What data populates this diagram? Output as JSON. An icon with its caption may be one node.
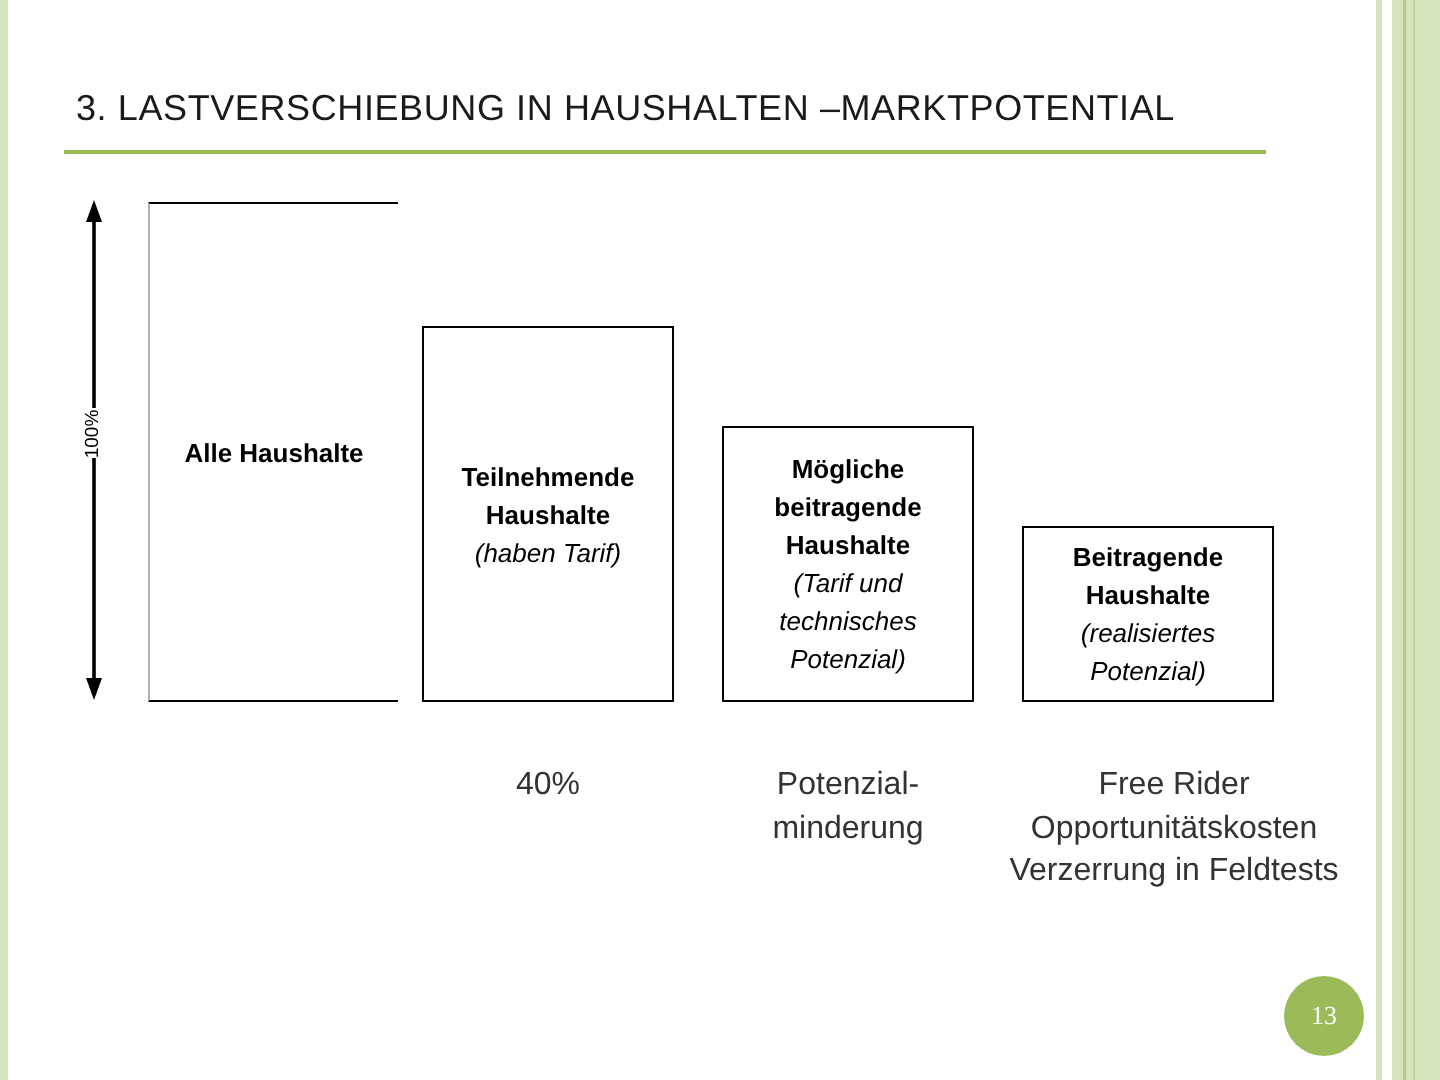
{
  "diagram": {
    "title": "3. LASTVERSCHIEBUNG IN HAUSHALTEN –MARKTPOTENTIAL",
    "nodes": [
      {
        "text": [
          "Alle Haushalte"
        ]
      },
      {
        "text": [
          "Teilnehmende Haushalte",
          "(haben Tarif)"
        ],
        "beside": [
          "40%"
        ]
      },
      {
        "text": [
          "Mögliche beitragende Haushalte",
          "(Tarif und technisches Potenzial)"
        ],
        "beside": [
          "Potenzial- minderung"
        ]
      },
      {
        "text": [
          "Beitragende Haushalte",
          "(realisiertes Potenzial)"
        ],
        "beside": [
          "Free Rider",
          "Opportunitätskosten",
          "Verzerrung in Feldtests"
        ]
      }
    ],
    "labels": [
      "100%",
      "13"
    ]
  }
}
